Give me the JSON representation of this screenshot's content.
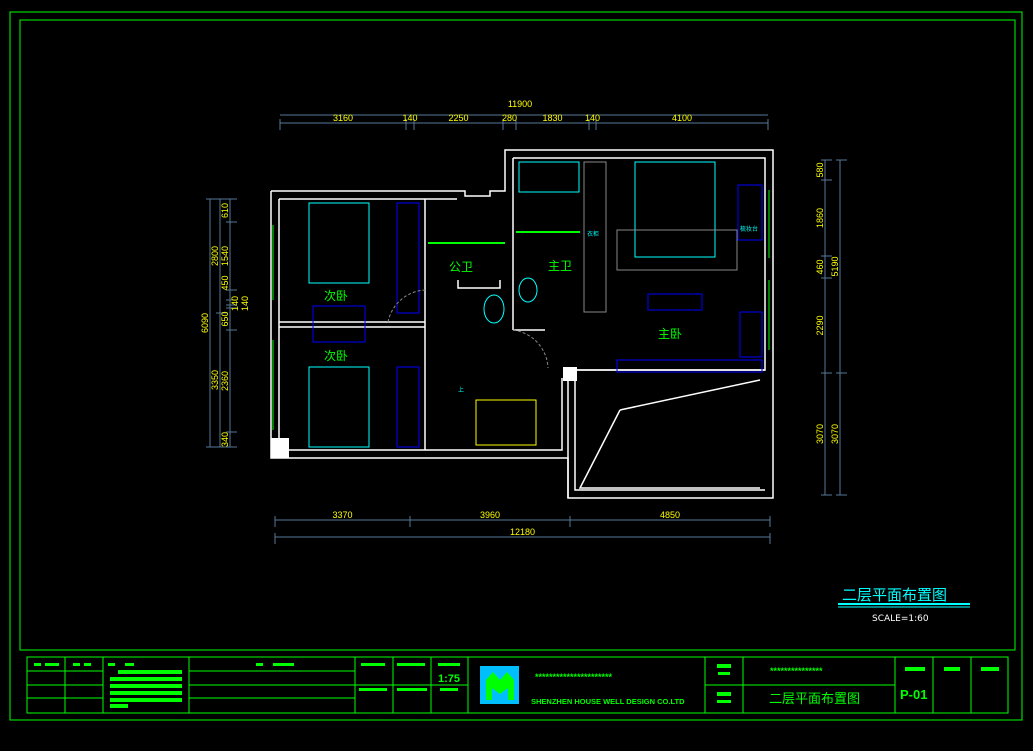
{
  "drawing": {
    "title": "二层平面布置图",
    "scale": "SCALE=1:60",
    "rooms": {
      "public_bath": "公卫",
      "master_bath": "主卫",
      "master_bed": "主卧",
      "second_bed_1": "次卧",
      "second_bed_2": "次卧",
      "dresser": "梳妆台",
      "wardrobe": "衣柜",
      "stair_down": "上"
    },
    "dims": {
      "top_total": "11900",
      "top_segments": [
        "3160",
        "140",
        "2250",
        "280",
        "1830",
        "140",
        "4100"
      ],
      "bottom_segments": [
        "3370",
        "3960",
        "4850"
      ],
      "bottom_total": "12180",
      "left_total": "6090",
      "left_mid": [
        "2800",
        "3350"
      ],
      "left_inner": [
        "610",
        "1540",
        "450",
        "140",
        "140",
        "650",
        "2360",
        "340"
      ],
      "right_inner": [
        "580",
        "1860",
        "460",
        "2290",
        "3070"
      ],
      "right_outer": [
        "5190",
        "3070"
      ]
    }
  },
  "title_block": {
    "ratio": "1:75",
    "company_stars": "**********************",
    "company": "SHENZHEN HOUSE WELL DESIGN CO.LTD",
    "project_stars": "***************",
    "drawing_name": "二层平面布置图",
    "sheet_no": "P-01"
  },
  "colors": {
    "frame": "#00ff00",
    "wall": "#ffffff",
    "furniture": "#00ffff",
    "dim_text": "#ffff00",
    "logo_bg": "#00bfff"
  }
}
